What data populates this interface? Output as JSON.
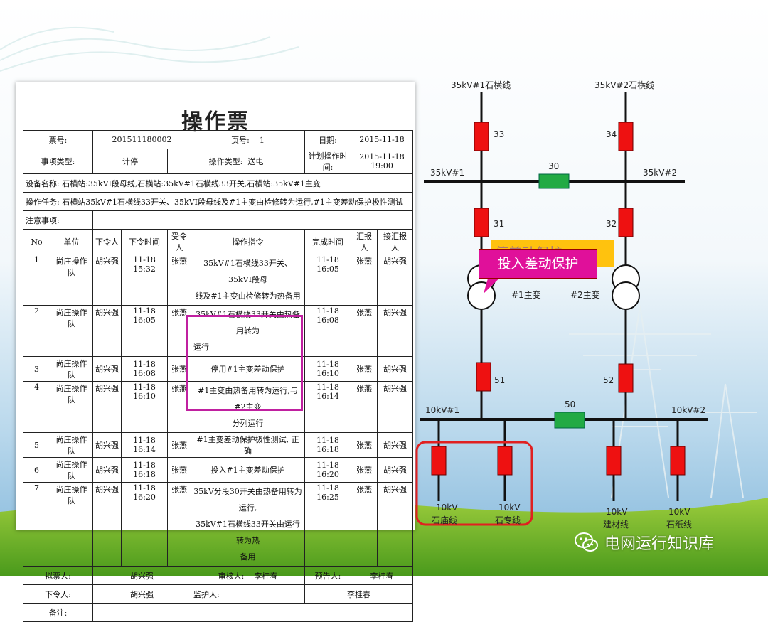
{
  "ticket": {
    "title": "操作票",
    "header": {
      "ticket_no_label": "票号:",
      "ticket_no": "201511180002",
      "page_label": "页号:",
      "page_no": "1",
      "date_label": "日期:",
      "date": "2015-11-18",
      "item_type_label": "事项类型:",
      "item_type": "计停",
      "op_type_label": "操作类型:",
      "op_type": "送电",
      "plan_time_label": "计划操作时间:",
      "plan_time": "2015-11-18 19:00",
      "equipment_label": "设备名称:",
      "equipment": "石横站:35kVⅠ段母线,石横站:35kV#1石横线33开关,石横站:35kV#1主变",
      "task_label": "操作任务:",
      "task": "石横站35kV#1石横线33开关、35kVⅠ段母线及#1主变由检修转为运行,#1主变差动保护极性测试",
      "notes_label": "注意事项:"
    },
    "columns": [
      "No",
      "单位",
      "下令人",
      "下令时间",
      "受令人",
      "操作指令",
      "完成时间",
      "汇报人",
      "接汇报人"
    ],
    "rows": [
      {
        "no": "1",
        "unit": "尚庄操作队",
        "issuer": "胡兴强",
        "issue_time": "11-18 15:32",
        "receiver": "张燕",
        "cmd1": "35kV#1石横线33开关、35kVⅠ段母",
        "cmd2": "线及#1主变由检修转为热备用",
        "done": "11-18 16:05",
        "reporter": "张燕",
        "report_to": "胡兴强"
      },
      {
        "no": "2",
        "unit": "尚庄操作队",
        "issuer": "胡兴强",
        "issue_time": "11-18 16:05",
        "receiver": "张燕",
        "cmd1": "35kV#1石横线33开关由热备用转为",
        "cmd2": "运行",
        "done": "11-18 16:08",
        "reporter": "张燕",
        "report_to": "胡兴强"
      },
      {
        "no": "3",
        "unit": "尚庄操作队",
        "issuer": "胡兴强",
        "issue_time": "11-18 16:08",
        "receiver": "张燕",
        "cmd1": "停用#1主变差动保护",
        "done": "11-18 16:10",
        "reporter": "张燕",
        "report_to": "胡兴强"
      },
      {
        "no": "4",
        "unit": "尚庄操作队",
        "issuer": "胡兴强",
        "issue_time": "11-18 16:10",
        "receiver": "张燕",
        "cmd1": "#1主变由热备用转为运行,与#2主变",
        "cmd2": "分列运行",
        "done": "11-18 16:14",
        "reporter": "张燕",
        "report_to": "胡兴强"
      },
      {
        "no": "5",
        "unit": "尚庄操作队",
        "issuer": "胡兴强",
        "issue_time": "11-18 16:14",
        "receiver": "张燕",
        "cmd1": "#1主变差动保护极性测试, 正确",
        "done": "11-18 16:18",
        "reporter": "张燕",
        "report_to": "胡兴强"
      },
      {
        "no": "6",
        "unit": "尚庄操作队",
        "issuer": "胡兴强",
        "issue_time": "11-18 16:18",
        "receiver": "张燕",
        "cmd1": "投入#1主变差动保护",
        "done": "11-18 16:20",
        "reporter": "张燕",
        "report_to": "胡兴强"
      },
      {
        "no": "7",
        "unit": "尚庄操作队",
        "issuer": "胡兴强",
        "issue_time": "11-18 16:20",
        "receiver": "张燕",
        "cmd1": "35kV分段30开关由热备用转为运行,",
        "cmd2": "35kV#1石横线33开关由运行转为热",
        "cmd3": "备用",
        "done": "11-18 16:25",
        "reporter": "张燕",
        "report_to": "胡兴强"
      }
    ],
    "footer": {
      "drafter_label": "拟票人:",
      "drafter": "胡兴强",
      "reviewer_label": "审核人:",
      "reviewer": "李桂春",
      "notifier_label": "预告人:",
      "notifier": "李桂春",
      "orderer_label": "下令人:",
      "orderer": "胡兴强",
      "guardian_label": "监护人:",
      "guardian": "李桂春",
      "remark_label": "备注:"
    }
  },
  "diagram": {
    "line1": "35kV#1石横线",
    "line2": "35kV#2石横线",
    "bus35_1": "35kV#1",
    "bus35_2": "35kV#2",
    "breaker33": "33",
    "breaker34": "34",
    "breaker30": "30",
    "breaker31": "31",
    "breaker32": "32",
    "tx1": "#1主变",
    "tx2": "#2主变",
    "breaker51": "51",
    "breaker52": "52",
    "breaker50": "50",
    "bus10_1": "10kV#1",
    "bus10_2": "10kV#2",
    "feeders": [
      {
        "kv": "10kV",
        "name": "石庙线"
      },
      {
        "kv": "10kV",
        "name": "石专线"
      },
      {
        "kv": "10kV",
        "name": "建材线"
      },
      {
        "kv": "10kV",
        "name": "石纸线"
      }
    ],
    "callout_back": "停差动保护",
    "callout_front": "投入差动保护",
    "colors": {
      "breaker_closed": "#ee1111",
      "breaker_open": "#22aa44",
      "highlight": "#e0109a",
      "feeder_box": "#e02020"
    }
  },
  "watermark": {
    "text": "电网运行知识库"
  }
}
